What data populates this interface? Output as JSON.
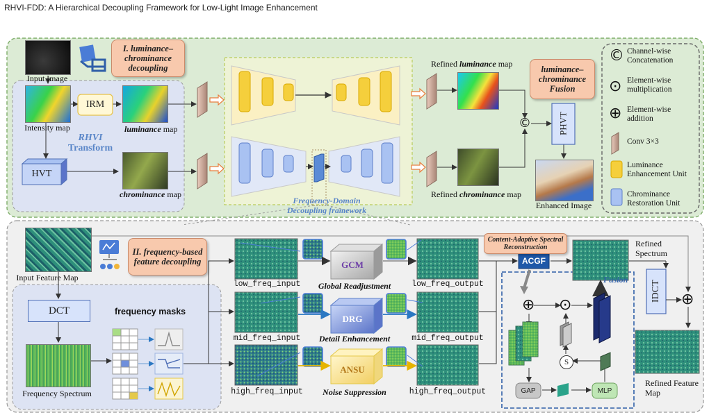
{
  "header": {
    "title": "RHVI-FDD: A Hierarchical Decoupling Framework for Low-Light Image Enhancement"
  },
  "top": {
    "stage1_label": "I. luminance–chrominance decoupling",
    "input_image": "Input Image",
    "intensity_map": "Intensity map",
    "irm": "IRM",
    "luminance_map_word": "luminance",
    "map_word": " map",
    "rhvi": "RHVI",
    "transform": "Transform",
    "hvt": "HVT",
    "chrominance_map_word": "chrominance",
    "freq_domain": "Frequency-Domain",
    "decoupling_framework": "Decoupling framework",
    "refined": "Refined ",
    "refined_luminance_word": "luminance",
    "refined_chrominance_word": "chrominance",
    "fusion_label": "luminance–chrominance Fusion",
    "phvt": "PHVT",
    "enhanced": "Enhanced Image"
  },
  "legend": {
    "concat_glyph": "©",
    "concat": "Channel-wise Concatenation",
    "mult_glyph": "⊙",
    "mult": "Element-wise multiplication",
    "add_glyph": "⊕",
    "add": "Element-wise addition",
    "conv": "Conv 3×3",
    "lum_unit": "Luminance Enhancement Unit",
    "chrom_unit": "Chrominance Restoration Unit"
  },
  "bottom": {
    "stage2_label": "II. frequency-based feature decoupling",
    "input_feature": "Input Feature Map",
    "dct": "DCT",
    "frequency_masks": "frequency masks",
    "frequency_spectrum": "Frequency Spectrum",
    "low_in": "low_freq_input",
    "mid_in": "mid_freq_input",
    "high_in": "high_freq_input",
    "gcm": "GCM",
    "drg": "DRG",
    "ansu": "ANSU",
    "global": "Global Readjustment",
    "detail": "Detail Enhancement",
    "noise": "Noise Suppression",
    "low_out": "low_freq_output",
    "mid_out": "mid_freq_output",
    "high_out": "high_freq_output",
    "casr": "Content-Adaptive Spectral Reconstruction",
    "acgf": "ACGF",
    "fusion": "Fusion",
    "gap": "GAP",
    "mlp": "MLP",
    "sigma": "S",
    "refined_spectrum": "Refined Spectrum",
    "idct": "IDCT",
    "refined_feature": "Refined Feature Map"
  }
}
